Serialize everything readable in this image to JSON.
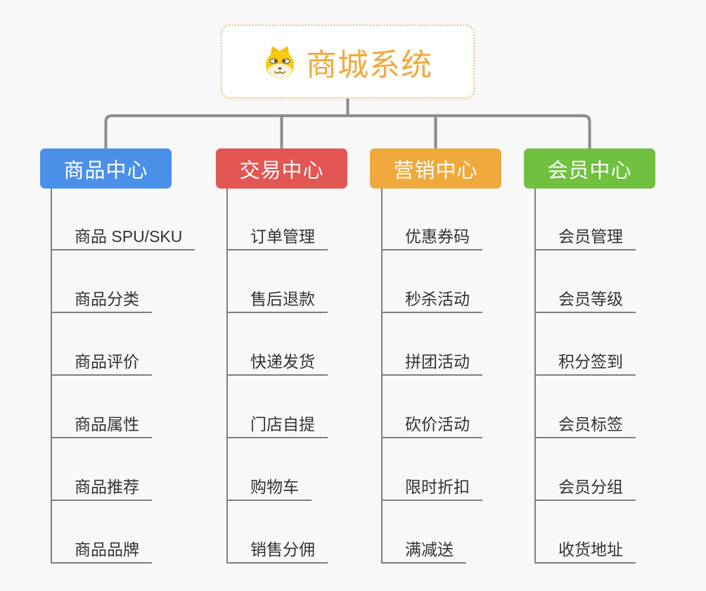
{
  "page": {
    "background": "#f8f8f8",
    "top_connector_color": "#8b8b8b",
    "line_color": "#7f7f7f"
  },
  "root": {
    "title": "商城系统",
    "icon": "shiba-dog-icon",
    "text_color": "#f2a93c",
    "border_color": "#f2c36b"
  },
  "branches": [
    {
      "label": "商品中心",
      "color": "#4a90e9",
      "children": [
        "商品 SPU/SKU",
        "商品分类",
        "商品评价",
        "商品属性",
        "商品推荐",
        "商品品牌"
      ]
    },
    {
      "label": "交易中心",
      "color": "#e25654",
      "children": [
        "订单管理",
        "售后退款",
        "快递发货",
        "门店自提",
        "购物车",
        "销售分佣"
      ]
    },
    {
      "label": "营销中心",
      "color": "#efa93c",
      "children": [
        "优惠券码",
        "秒杀活动",
        "拼团活动",
        "砍价活动",
        "限时折扣",
        "满减送"
      ]
    },
    {
      "label": "会员中心",
      "color": "#6fc13f",
      "children": [
        "会员管理",
        "会员等级",
        "积分签到",
        "会员标签",
        "会员分组",
        "收货地址"
      ]
    }
  ]
}
